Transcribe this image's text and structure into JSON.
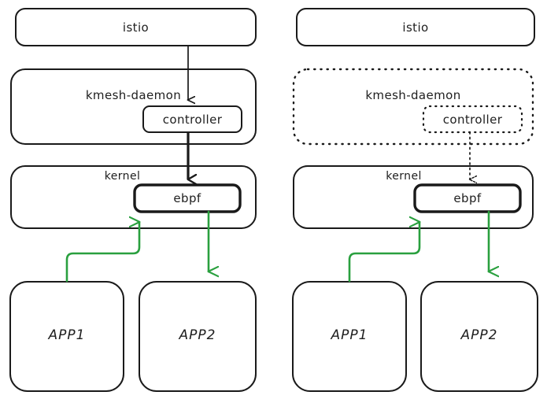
{
  "diagram": {
    "title": "kmesh istio ebpf architecture comparison",
    "colors": {
      "stroke": "#1a1a1a",
      "accent_green": "#2aa03f",
      "background": "#ffffff",
      "text": "#202020"
    },
    "panels": [
      {
        "id": "left",
        "name": "left-panel",
        "nodes": [
          {
            "id": "istio",
            "label": "istio",
            "shape": "rounded-rect",
            "border": "solid"
          },
          {
            "id": "kmesh",
            "label": "kmesh-daemon",
            "shape": "rounded-rect",
            "border": "solid"
          },
          {
            "id": "controller",
            "label": "controller",
            "shape": "rounded-rect",
            "border": "solid"
          },
          {
            "id": "kernel",
            "label": "kernel",
            "shape": "rounded-rect",
            "border": "solid"
          },
          {
            "id": "ebpf",
            "label": "ebpf",
            "shape": "rounded-rect",
            "border": "solid-thick"
          },
          {
            "id": "app1",
            "label": "APP1",
            "shape": "rounded-square",
            "border": "solid"
          },
          {
            "id": "app2",
            "label": "APP2",
            "shape": "rounded-square",
            "border": "solid"
          }
        ],
        "edges": [
          {
            "from": "istio",
            "to": "controller",
            "style": "solid-thin",
            "color": "#1a1a1a",
            "arrow": "down"
          },
          {
            "from": "controller",
            "to": "ebpf",
            "style": "solid-thick",
            "color": "#1a1a1a",
            "arrow": "down"
          },
          {
            "from": "app1",
            "to": "ebpf",
            "style": "solid-elbow",
            "color": "#2aa03f",
            "arrow": "up"
          },
          {
            "from": "ebpf",
            "to": "app2",
            "style": "solid-thin",
            "color": "#2aa03f",
            "arrow": "down"
          }
        ]
      },
      {
        "id": "right",
        "name": "right-panel",
        "nodes": [
          {
            "id": "istio",
            "label": "istio",
            "shape": "rounded-rect",
            "border": "solid"
          },
          {
            "id": "kmesh",
            "label": "kmesh-daemon",
            "shape": "rounded-rect",
            "border": "dotted"
          },
          {
            "id": "controller",
            "label": "controller",
            "shape": "rounded-rect",
            "border": "dotted"
          },
          {
            "id": "kernel",
            "label": "kernel",
            "shape": "rounded-rect",
            "border": "solid"
          },
          {
            "id": "ebpf",
            "label": "ebpf",
            "shape": "rounded-rect",
            "border": "solid-thick"
          },
          {
            "id": "app1",
            "label": "APP1",
            "shape": "rounded-square",
            "border": "solid"
          },
          {
            "id": "app2",
            "label": "APP2",
            "shape": "rounded-square",
            "border": "solid"
          }
        ],
        "edges": [
          {
            "from": "controller",
            "to": "ebpf",
            "style": "dotted",
            "color": "#1a1a1a",
            "arrow": "down"
          },
          {
            "from": "app1",
            "to": "ebpf",
            "style": "solid-elbow",
            "color": "#2aa03f",
            "arrow": "up"
          },
          {
            "from": "ebpf",
            "to": "app2",
            "style": "solid-thin",
            "color": "#2aa03f",
            "arrow": "down"
          }
        ]
      }
    ]
  }
}
